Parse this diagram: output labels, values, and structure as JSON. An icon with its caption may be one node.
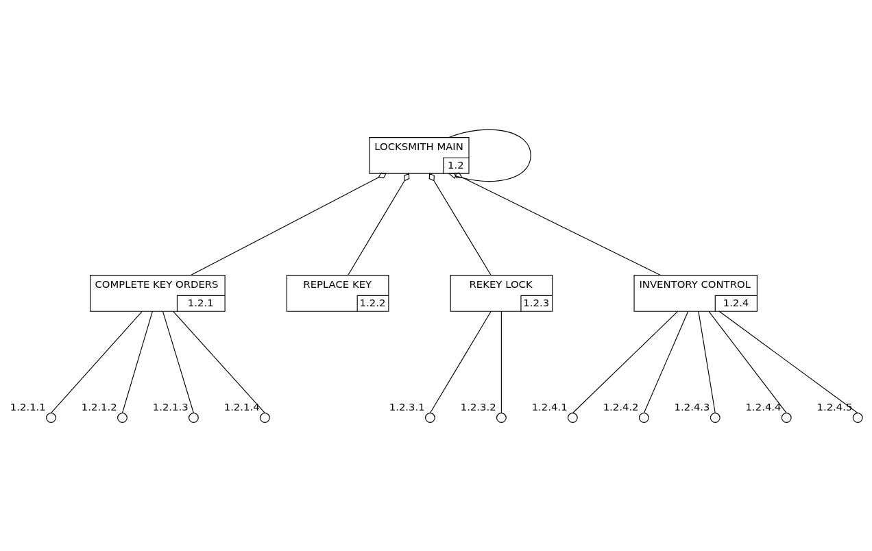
{
  "diagram": {
    "nodes": [
      {
        "text": [
          "LOCKSMITH MAIN",
          "1.2"
        ]
      },
      {
        "text": [
          "COMPLETE KEY ORDERS",
          "1.2.1"
        ]
      },
      {
        "text": [
          "REPLACE KEY",
          "1.2.2"
        ]
      },
      {
        "text": [
          "REKEY LOCK",
          "1.2.3"
        ]
      },
      {
        "text": [
          "INVENTORY CONTROL",
          "1.2.4"
        ]
      },
      {
        "text": [],
        "shape": "circle",
        "beside": [
          "1.2.1.1"
        ]
      },
      {
        "text": [],
        "shape": "circle",
        "beside": [
          "1.2.1.2"
        ]
      },
      {
        "text": [],
        "shape": "circle",
        "beside": [
          "1.2.1.3"
        ]
      },
      {
        "text": [],
        "shape": "circle",
        "beside": [
          "1.2.1.4"
        ]
      },
      {
        "text": [],
        "shape": "circle",
        "beside": [
          "1.2.3.1"
        ]
      },
      {
        "text": [],
        "shape": "circle",
        "beside": [
          "1.2.3.2"
        ]
      },
      {
        "text": [],
        "shape": "circle",
        "beside": [
          "1.2.4.1"
        ]
      },
      {
        "text": [],
        "shape": "circle",
        "beside": [
          "1.2.4.2"
        ]
      },
      {
        "text": [],
        "shape": "circle",
        "beside": [
          "1.2.4.3"
        ]
      },
      {
        "text": [],
        "shape": "circle",
        "beside": [
          "1.2.4.4"
        ]
      },
      {
        "text": [],
        "shape": "circle",
        "beside": [
          "1.2.4.5"
        ]
      }
    ],
    "edges": [
      {
        "from": 0,
        "to": 0,
        "arrow": "to"
      },
      {
        "from": 0,
        "to": 1,
        "arrow": "other"
      },
      {
        "from": 0,
        "to": 2,
        "arrow": "other"
      },
      {
        "from": 0,
        "to": 3,
        "arrow": "other"
      },
      {
        "from": 0,
        "to": 4,
        "arrow": "other"
      },
      {
        "from": 1,
        "to": 5,
        "arrow": "none"
      },
      {
        "from": 1,
        "to": 6,
        "arrow": "none"
      },
      {
        "from": 1,
        "to": 7,
        "arrow": "none"
      },
      {
        "from": 1,
        "to": 8,
        "arrow": "none"
      },
      {
        "from": 3,
        "to": 9,
        "arrow": "none"
      },
      {
        "from": 3,
        "to": 10,
        "arrow": "none"
      },
      {
        "from": 4,
        "to": 11,
        "arrow": "none"
      },
      {
        "from": 4,
        "to": 12,
        "arrow": "none"
      },
      {
        "from": 4,
        "to": 13,
        "arrow": "none"
      },
      {
        "from": 4,
        "to": 14,
        "arrow": "none"
      },
      {
        "from": 4,
        "to": 15,
        "arrow": "none"
      }
    ]
  }
}
